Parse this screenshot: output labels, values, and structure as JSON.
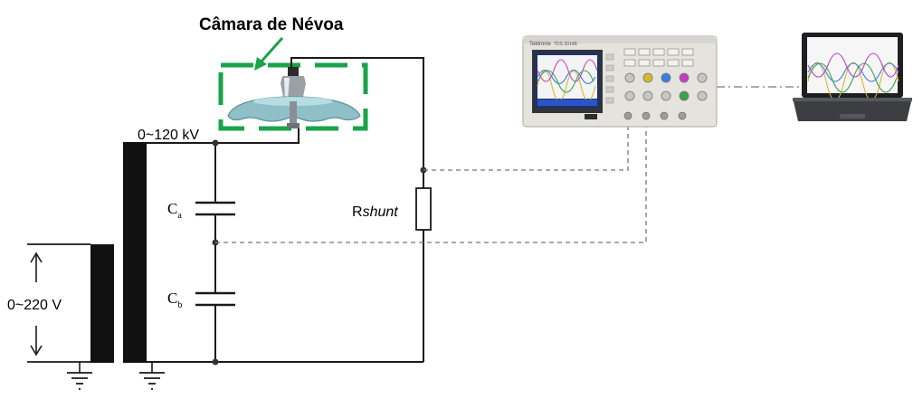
{
  "chamber": {
    "title": "Câmara de Névoa",
    "color": "#1aa34a"
  },
  "source": {
    "voltage_label": "0~220 V"
  },
  "transformer": {
    "output_label": "0~120 kV"
  },
  "divider": {
    "upper_cap": {
      "symbol": "C",
      "subscript": "a"
    },
    "lower_cap": {
      "symbol": "C",
      "subscript": "b"
    }
  },
  "shunt": {
    "prefix": "R",
    "italic": "shunt"
  },
  "oscilloscope": {
    "brand": "Tektronix",
    "model": "TDS 2014B"
  },
  "colors": {
    "wire": "#1a1a1a",
    "signal": "#777777",
    "trace_yellow": "#d4b82a",
    "trace_blue": "#3a7de0",
    "trace_magenta": "#c43cc4",
    "trace_green": "#3aa24a"
  }
}
